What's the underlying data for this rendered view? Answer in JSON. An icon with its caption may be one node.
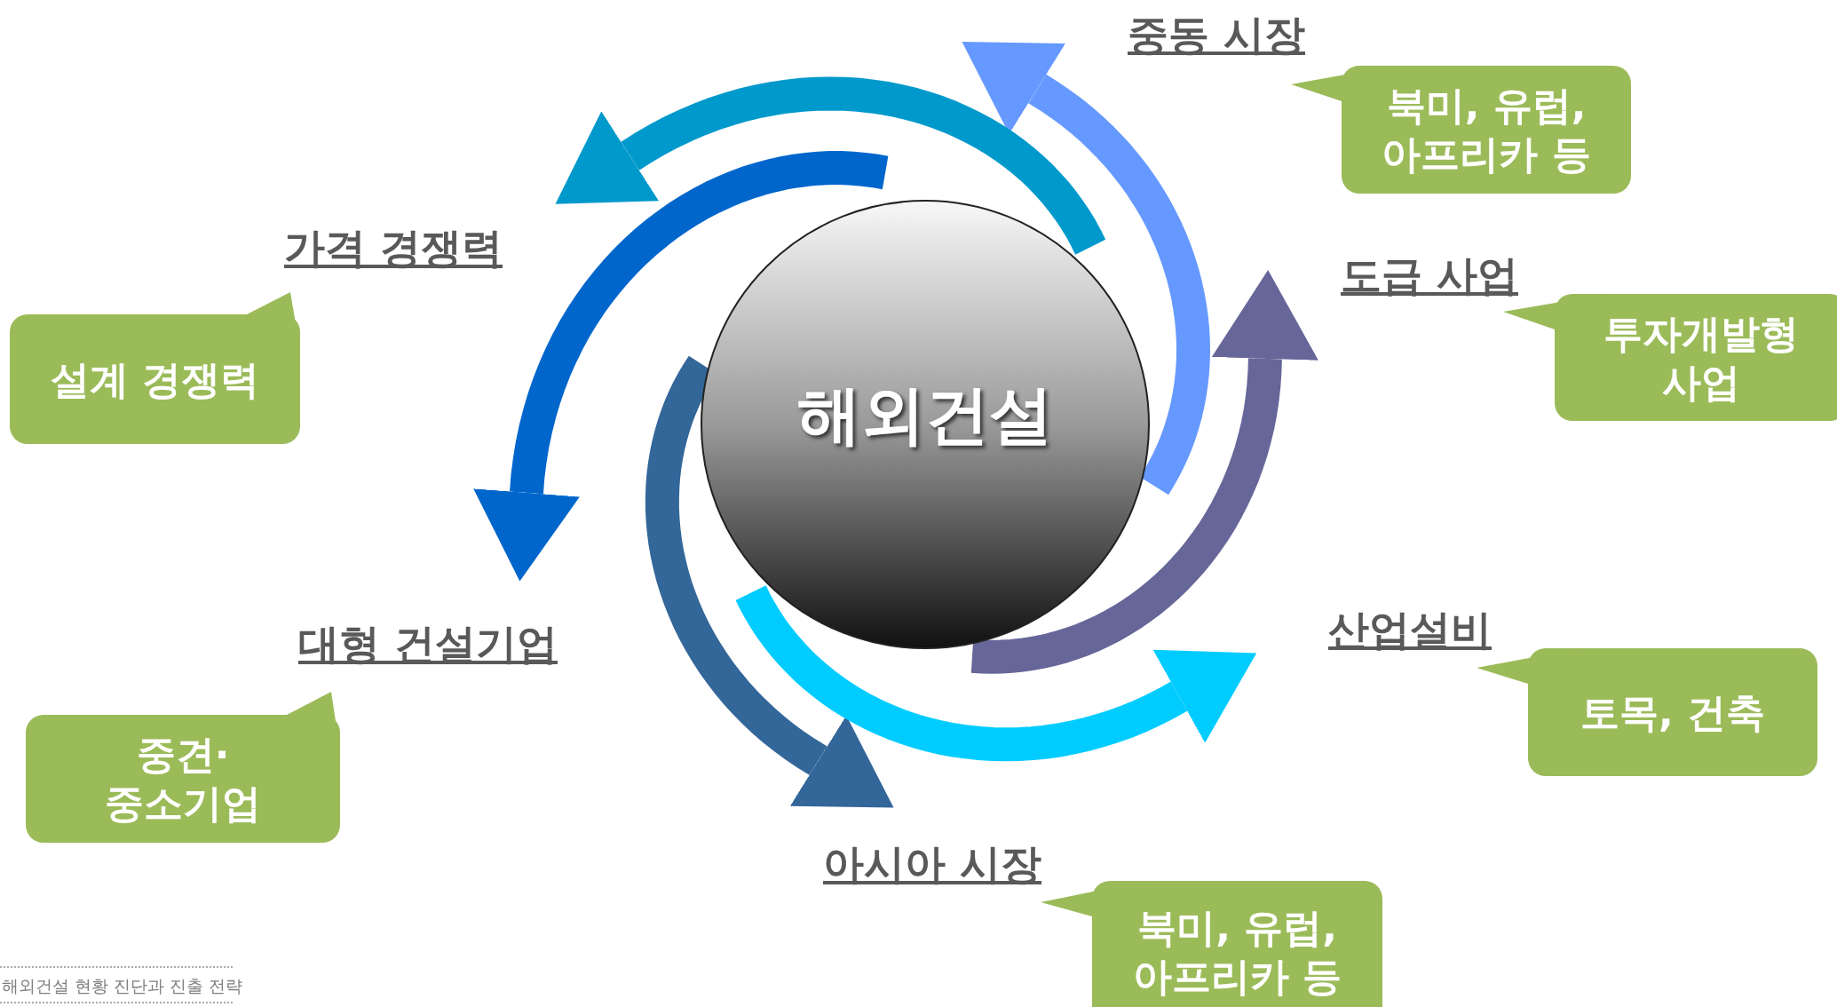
{
  "diagram": {
    "nodes": [
      {
        "text": [
          "해외건설"
        ]
      },
      {
        "text": [
          "중동 시장"
        ]
      },
      {
        "text": [
          "북미, 유럽, 아프리카 등"
        ]
      },
      {
        "text": [
          "가격 경쟁력"
        ]
      },
      {
        "text": [
          "설계 경쟁력"
        ]
      },
      {
        "text": [
          "도급 사업"
        ]
      },
      {
        "text": [
          "투자개발형 사업"
        ]
      },
      {
        "text": [
          "대형 건설기업"
        ]
      },
      {
        "text": [
          "중견·중소기업"
        ]
      },
      {
        "text": [
          "산업설비"
        ]
      },
      {
        "text": [
          "토목, 건축"
        ]
      },
      {
        "text": [
          "아시아 시장"
        ]
      },
      {
        "text": [
          "북미, 유럽, 아프리카 등"
        ]
      }
    ],
    "edges": [
      {
        "from": 0,
        "to": 1,
        "arrow": "to",
        "color": "#6699ff"
      },
      {
        "from": 0,
        "to": 3,
        "arrow": "to",
        "color": "#0099cc"
      },
      {
        "from": 0,
        "to": 7,
        "arrow": "to",
        "color": "#0066cc"
      },
      {
        "from": 0,
        "to": 11,
        "arrow": "to",
        "color": "#336699"
      },
      {
        "from": 0,
        "to": 9,
        "arrow": "to",
        "color": "#00ccff"
      },
      {
        "from": 0,
        "to": 5,
        "arrow": "to",
        "color": "#666699"
      }
    ],
    "labels": [
      "해외건설 현황 진단과 진출 전략"
    ]
  }
}
